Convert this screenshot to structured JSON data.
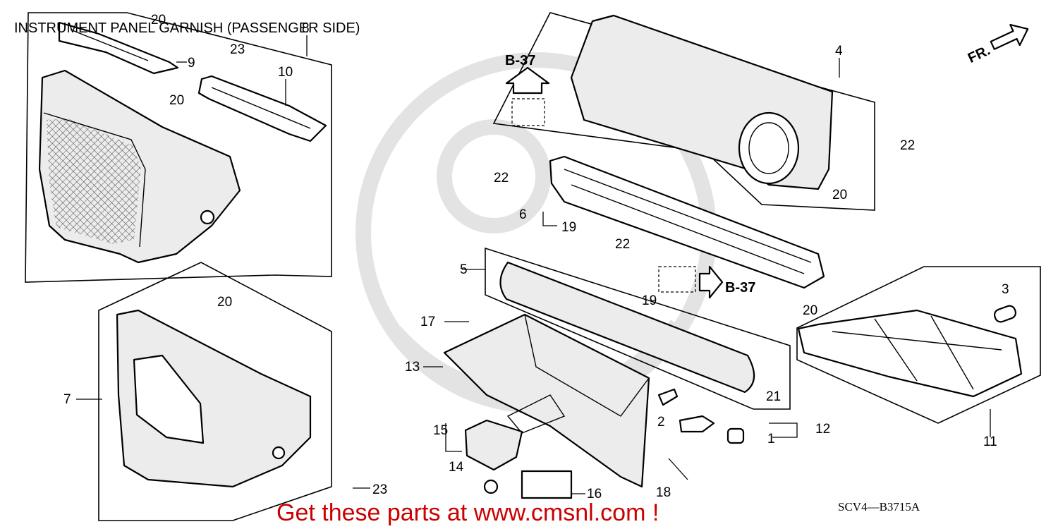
{
  "diagram": {
    "title": "INSTRUMENT PANEL GARNISH (PASSENGER SIDE)",
    "code": "SCV4—B3715A",
    "promo": "Get these parts at www.cmsnl.com !",
    "direction": "FR.",
    "ref_labels": [
      "B-37",
      "B-37"
    ],
    "callouts": [
      "1",
      "2",
      "3",
      "4",
      "5",
      "6",
      "7",
      "8",
      "9",
      "10",
      "11",
      "12",
      "13",
      "14",
      "15",
      "16",
      "17",
      "18",
      "19",
      "19",
      "20",
      "20",
      "20",
      "20",
      "20",
      "21",
      "22",
      "22",
      "22",
      "23",
      "23"
    ],
    "colors": {
      "promo": "#cc0000",
      "lines": "#000000",
      "watermark": "#e3e3e3"
    }
  }
}
